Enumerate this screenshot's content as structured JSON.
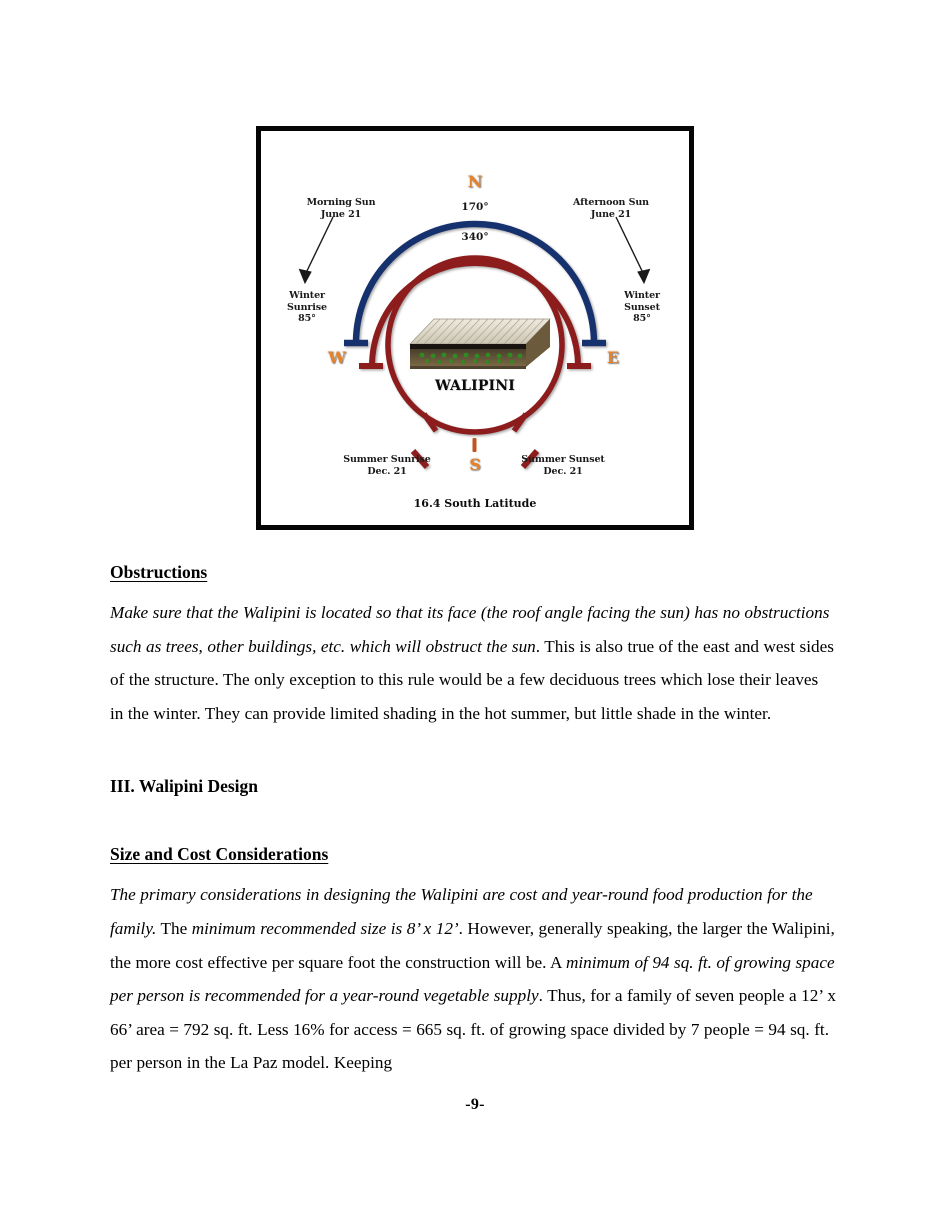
{
  "document": {
    "page_number": "-9-"
  },
  "figure": {
    "title": "WALIPINI",
    "footer": "16.4 South Latitude",
    "cardinals": {
      "north": "N",
      "south": "S",
      "east": "E",
      "west": "W"
    },
    "degrees": {
      "outer": "170°",
      "inner": "340°"
    },
    "labels": {
      "morning_sun": "Morning Sun\nJune 21",
      "afternoon_sun": "Afternoon Sun\nJune 21",
      "winter_sunrise": "Winter\nSunrise\n85°",
      "winter_sunset": "Winter\nSunset\n85°",
      "summer_sunrise": "Summer Sunrise\nDec. 21",
      "summer_sunset": "Summer Sunset\nDec. 21"
    },
    "colors": {
      "blue_arc": "#17306e",
      "red_arc": "#8d1c1c",
      "cardinal_orange": "#E5832B",
      "frame": "#050505"
    }
  },
  "sections": {
    "obstructions": {
      "heading": "Obstructions",
      "paragraph_italic_1": "Make sure that the Walipini is located so that its face (the roof angle facing the sun) has no obstructions such as trees, other buildings, etc. which will obstruct the sun",
      "paragraph_rest_1": ".  This is also true of the east and west sides of the structure.  The only exception to this rule would be a few deciduous trees which lose their leaves in the winter.  They can provide limited shading in the hot summer, but little shade in the winter."
    },
    "walipini_design": {
      "heading": "III.  Walipini Design"
    },
    "size_and_cost": {
      "heading": "Size and Cost Considerations",
      "italic_1": "The primary considerations in designing the Walipini are cost and year-round food production for the family.",
      "plain_1": "  The ",
      "italic_2": "minimum recommended size is 8’ x 12’",
      "plain_2": ".  However, generally speaking, the larger the Walipini, the more cost effective per square foot the construction will be.   A ",
      "italic_3": "minimum of 94 sq. ft. of growing space per person is recommended for a year-round vegetable supply",
      "plain_3": ". Thus, for a family of seven people a 12’ x  66’ area = 792 sq. ft. Less 16% for access = 665 sq. ft. of growing space divided by 7 people = 94 sq. ft. per person in the La Paz model.  Keeping"
    }
  }
}
